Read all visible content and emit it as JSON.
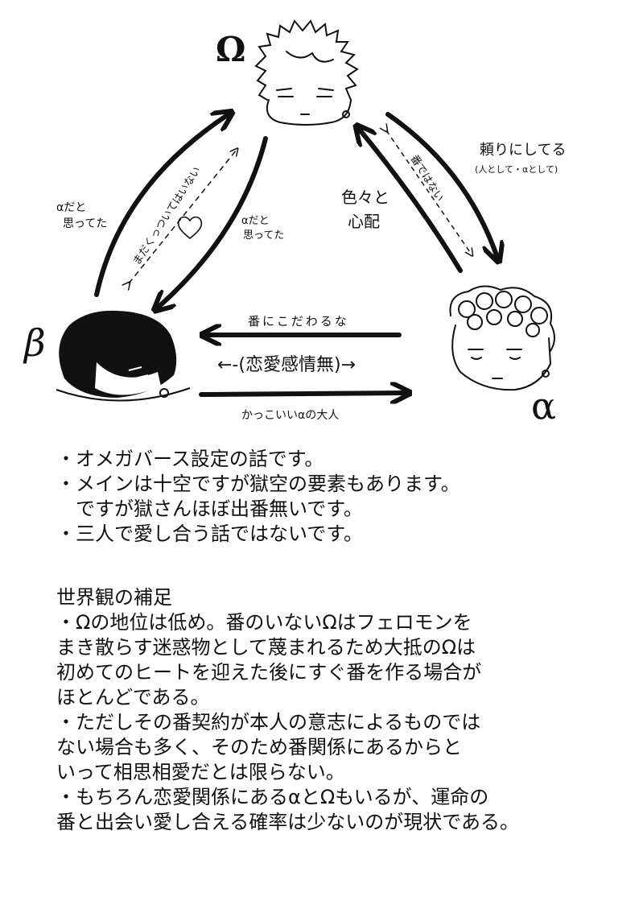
{
  "roles": {
    "omega": "Ω",
    "beta": "β",
    "alpha": "α"
  },
  "arrows": {
    "beta_to_omega_thought": [
      "αだと",
      "思ってた"
    ],
    "beta_omega_not_together": "まだくっついてはいない",
    "omega_to_beta_thought": [
      "αだと",
      "思ってた"
    ],
    "omega_alpha_not_mate": "番ではない",
    "omega_worried": [
      "色々と",
      "心配"
    ],
    "omega_relies": "頼りにしてる",
    "omega_relies_sub": "(人として・αとして)",
    "alpha_to_beta_top": "番にこだわるな",
    "beta_alpha_middle": "←-(恋愛感情無)→",
    "beta_to_alpha_bottom": "かっこいいαの大人"
  },
  "notes": {
    "intro": [
      "・オメガバース設定の話です。",
      "・メインは十空ですが獄空の要素もあります。",
      "　ですが獄さんほぼ出番無いです。",
      "・三人で愛し合う話ではないです。"
    ],
    "world": [
      "世界観の補足",
      "・Ωの地位は低め。番のいないΩはフェロモンを",
      "まき散らす迷惑物として蔑まれるため大抵のΩは",
      "初めてのヒートを迎えた後にすぐ番を作る場合が",
      "ほとんどである。",
      "・ただしその番契約が本人の意志によるものでは",
      "ない場合も多く、そのため番関係にあるからと",
      "いって相思相愛だとは限らない。",
      "・もちろん恋愛関係にあるαとΩもいるが、運命の",
      "番と出会い愛し合える確率は少ないのが現状である。"
    ]
  }
}
